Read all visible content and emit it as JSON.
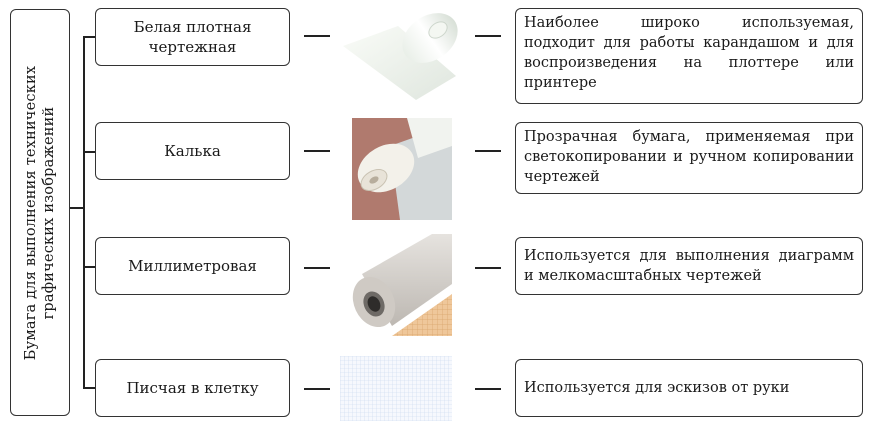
{
  "root": {
    "line1": "Бумага для выполнения технических",
    "line2": "графических изображений"
  },
  "items": [
    {
      "name_lines": [
        "Белая плотная",
        "чертежная"
      ],
      "image_icon": "white-drawing-paper-roll",
      "description": "Наиболее широко используемая, подходит для работы карандашом и для воспроизведения на плоттере или принтере"
    },
    {
      "name_lines": [
        "Калька"
      ],
      "image_icon": "tracing-paper-roll",
      "description": "Прозрачная бумага, применяемая при светокопировании и ручном копировании чертежей"
    },
    {
      "name_lines": [
        "Миллиметровая"
      ],
      "image_icon": "millimeter-paper-roll",
      "description": "Используется для выполнения диаграмм и мелкомасштабных чертежей"
    },
    {
      "name_lines": [
        "Писчая в клетку"
      ],
      "image_icon": "grid-paper-sheet",
      "description": "Используется для эскизов от руки"
    }
  ],
  "colors": {
    "border": "#333333",
    "tracing_bg": "#b07a6e",
    "millimeter_grid": "#d9a36a",
    "grid_paper_lines": "#c9d6ee"
  }
}
